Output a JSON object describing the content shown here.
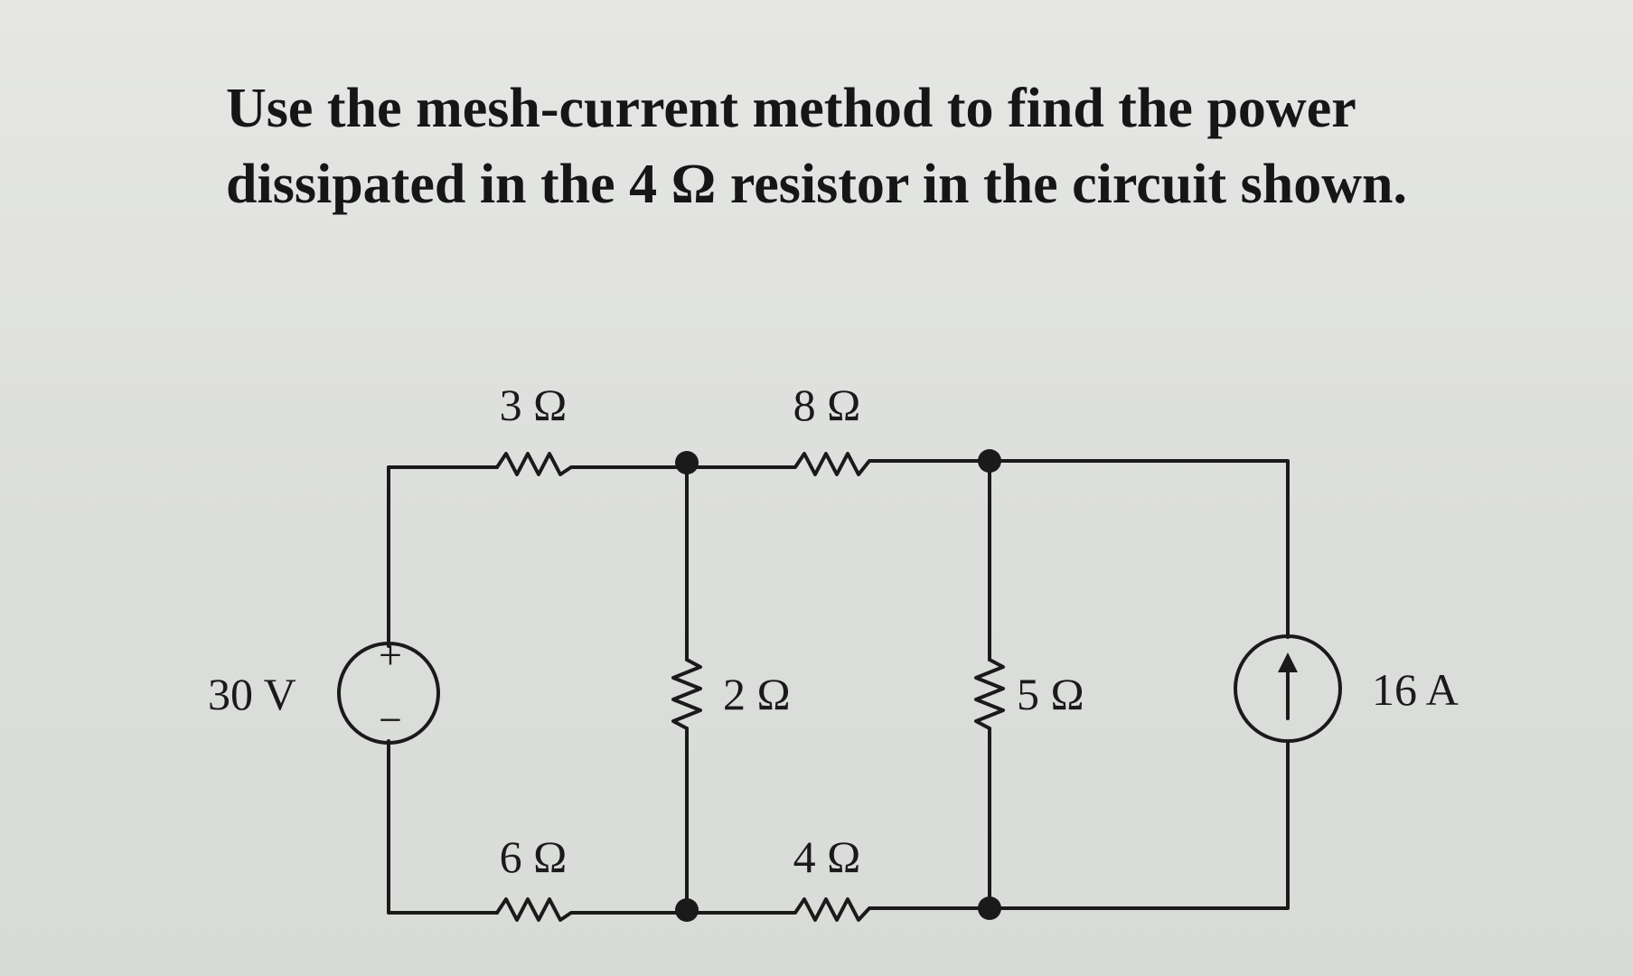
{
  "problem": {
    "line1": "Use the mesh-current method to find the power",
    "line2": "dissipated in the 4 Ω resistor in the circuit shown."
  },
  "circuit": {
    "voltage_source_label": "30 V",
    "current_source_label": "16 A",
    "plus_sign": "+",
    "minus_sign": "−",
    "resistors": {
      "r3": "3 Ω",
      "r8": "8 Ω",
      "r2": "2 Ω",
      "r5": "5 Ω",
      "r6": "6 Ω",
      "r4": "4 Ω"
    }
  }
}
